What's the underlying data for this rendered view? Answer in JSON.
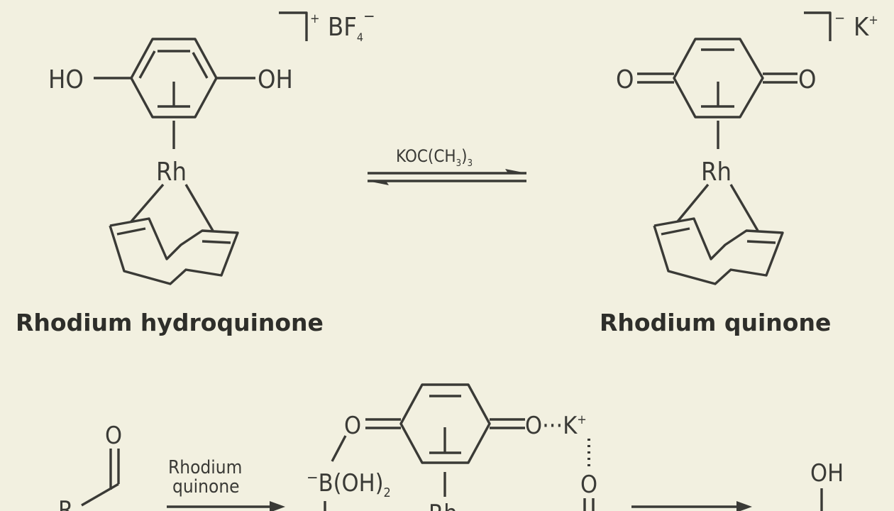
{
  "colors": {
    "background": "#f2f0e0",
    "ink": "#3a3a36"
  },
  "top_left": {
    "name": "Rhodium hydroquinone",
    "left_group": "HO",
    "right_group": "OH",
    "metal": "Rh",
    "charge": "+",
    "counterion": "BF",
    "counterion_sub": "4",
    "counterion_charge": "−"
  },
  "reagent": {
    "text": "KOC(CH",
    "sub": "3",
    "close": ")",
    "sub2": "3"
  },
  "top_right": {
    "name": "Rhodium quinone",
    "left_group": "O",
    "right_group": "O",
    "metal": "Rh",
    "charge": "−",
    "counterion": "K",
    "counterion_charge": "+"
  },
  "bottom": {
    "aldehyde_o": "O",
    "aldehyde_r": "R",
    "arrow_label_1": "Rhodium",
    "arrow_label_2": "quinone",
    "boron_charge": "−",
    "boron": "B(OH)",
    "boron_sub": "2",
    "quinone_o_left": "O",
    "quinone_o_right": "O···K",
    "k_charge": "+",
    "carbonyl_o": "O",
    "metal": "Rh",
    "product_oh": "OH"
  }
}
